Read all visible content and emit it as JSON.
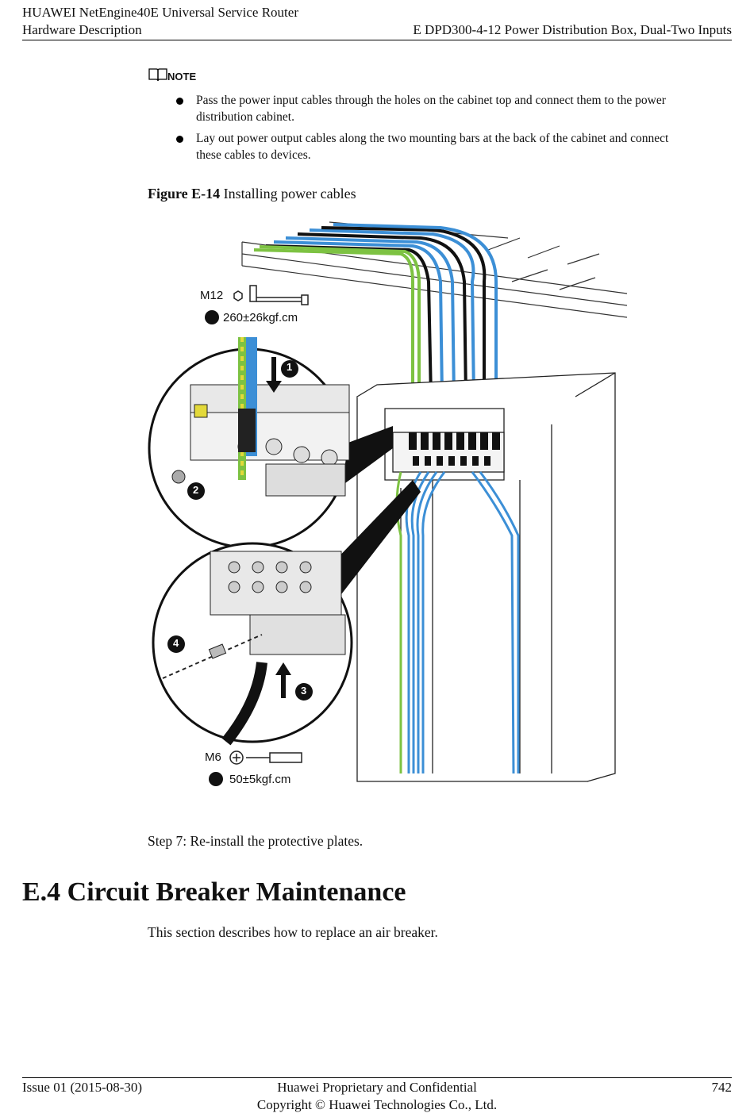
{
  "header": {
    "left_line1": "HUAWEI NetEngine40E Universal Service Router",
    "left_line2": "Hardware Description",
    "right_line2": "E DPD300-4-12 Power Distribution Box, Dual-Two Inputs"
  },
  "note": {
    "label": "NOTE",
    "bullets": [
      {
        "line1": "Pass the power input cables through the holes on the cabinet top and connect them to the power",
        "line2": "distribution cabinet."
      },
      {
        "line1": "Lay out power output cables along the two mounting bars at the back of the cabinet and connect",
        "line2": "these cables to devices."
      }
    ]
  },
  "figure": {
    "number": "Figure E-14",
    "caption": "Installing power cables",
    "labels": {
      "m12": "M12",
      "torque1": "260±26kgf.cm",
      "m6": "M6",
      "torque2": "50±5kgf.cm",
      "step1": "1",
      "step2": "2",
      "step3": "3",
      "step4": "4"
    }
  },
  "step7": "Step 7: Re-install the protective plates.",
  "section": {
    "title": "E.4 Circuit Breaker Maintenance",
    "intro": "This section describes how to replace an air breaker."
  },
  "footer": {
    "issue": "Issue 01 (2015-08-30)",
    "center1": "Huawei Proprietary and Confidential",
    "center2": "Copyright © Huawei Technologies Co., Ltd.",
    "page": "742"
  },
  "colors": {
    "cable_blue": "#3c8fd6",
    "cable_green": "#7dc242",
    "cable_yellow": "#e3d93a",
    "cable_black": "#111111"
  }
}
